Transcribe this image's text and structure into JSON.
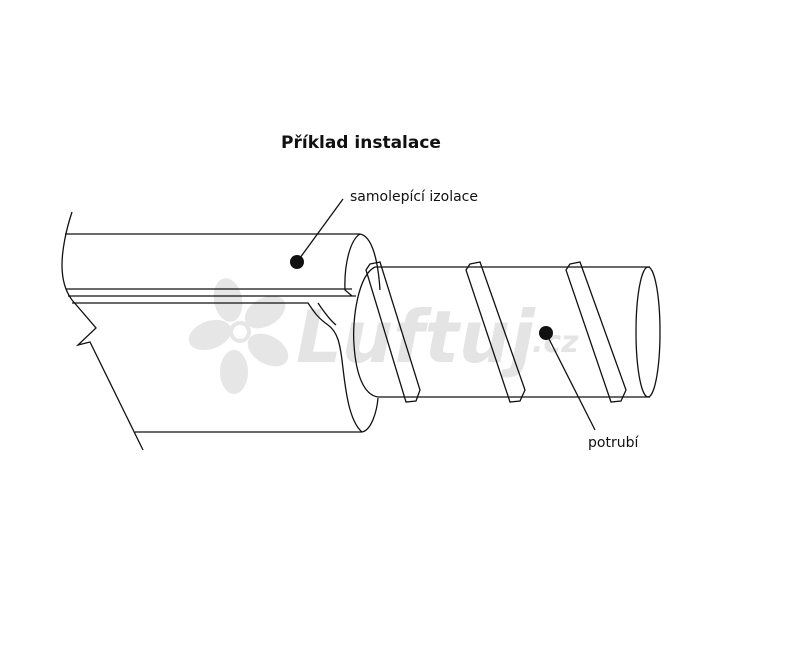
{
  "title": "Příklad instalace",
  "labels": {
    "insulation": "samolepící izolace",
    "pipe": "potrubí"
  },
  "watermark": {
    "brand": "Luftuj",
    "tld": ".cz"
  },
  "colors": {
    "line": "#111111",
    "watermark": "#e4e4e4"
  }
}
